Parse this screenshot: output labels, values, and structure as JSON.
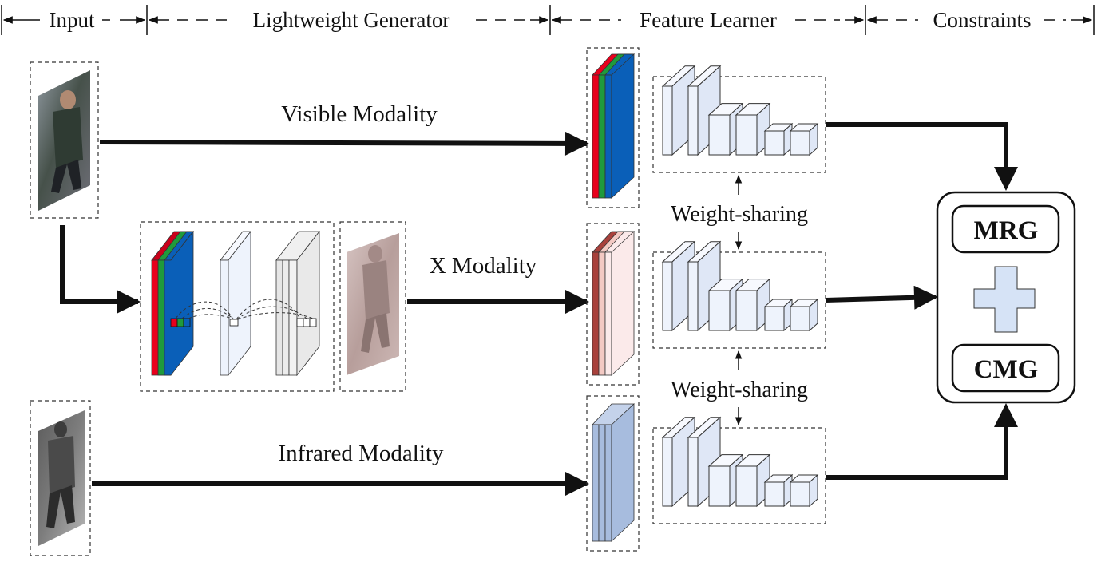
{
  "headers": {
    "input": "Input",
    "lightweight_generator": "Lightweight Generator",
    "feature_learner": "Feature Learner",
    "constraints": "Constraints"
  },
  "modalities": {
    "visible": "Visible Modality",
    "x": "X Modality",
    "infrared": "Infrared Modality"
  },
  "weight_sharing": {
    "top": "Weight-sharing",
    "bottom": "Weight-sharing"
  },
  "constraints": {
    "mrg": "MRG",
    "cmg": "CMG"
  },
  "colors": {
    "rgb_red": "#e8001c",
    "rgb_green": "#1f9a3c",
    "rgb_blue": "#0a5fb8",
    "x_dark": "#a8413c",
    "x_mid": "#f3c9c3",
    "x_light": "#fbeaea",
    "infrared_blue": "#a7bcde",
    "plus_fill": "#d6e3f6",
    "cube_fill": "#eef3fc"
  }
}
